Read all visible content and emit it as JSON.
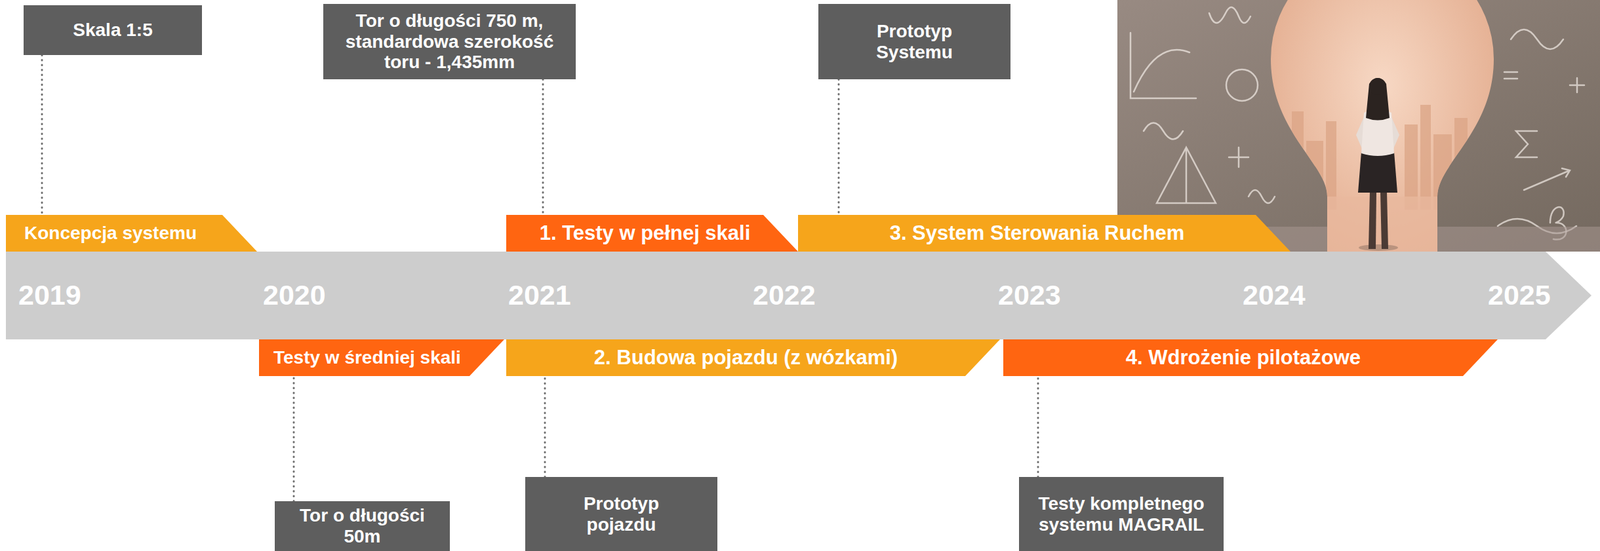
{
  "diagram": {
    "nodes": [
      {
        "text": [
          "Skala 1:5"
        ]
      },
      {
        "text": [
          "Tor o długości 750 m, standardowa szerokość toru - 1,435mm"
        ]
      },
      {
        "text": [
          "Prototyp Systemu"
        ]
      },
      {
        "text": [
          "Koncepcja systemu"
        ]
      },
      {
        "text": [
          "1. Testy w pełnej skali"
        ]
      },
      {
        "text": [
          "3. System Sterowania Ruchem"
        ]
      },
      {
        "text": [
          "2019",
          "2020",
          "2021",
          "2022",
          "2023",
          "2024",
          "2025"
        ]
      },
      {
        "text": [
          "Testy w średniej skali"
        ]
      },
      {
        "text": [
          "2. Budowa pojazdu (z wózkami)"
        ]
      },
      {
        "text": [
          "4. Wdrożenie pilotażowe"
        ]
      },
      {
        "text": [
          "Tor o długości 50m"
        ]
      },
      {
        "text": [
          "Prototyp pojazdu"
        ]
      },
      {
        "text": [
          "Testy kompletnego systemu MAGRAIL"
        ]
      }
    ],
    "edges": [
      {
        "from": 0,
        "to": 3,
        "arrow": "none"
      },
      {
        "from": 1,
        "to": 4,
        "arrow": "none"
      },
      {
        "from": 2,
        "to": 5,
        "arrow": "none"
      },
      {
        "from": 10,
        "to": 7,
        "arrow": "none"
      },
      {
        "from": 11,
        "to": 8,
        "arrow": "none"
      },
      {
        "from": 12,
        "to": 9,
        "arrow": "none"
      }
    ]
  }
}
